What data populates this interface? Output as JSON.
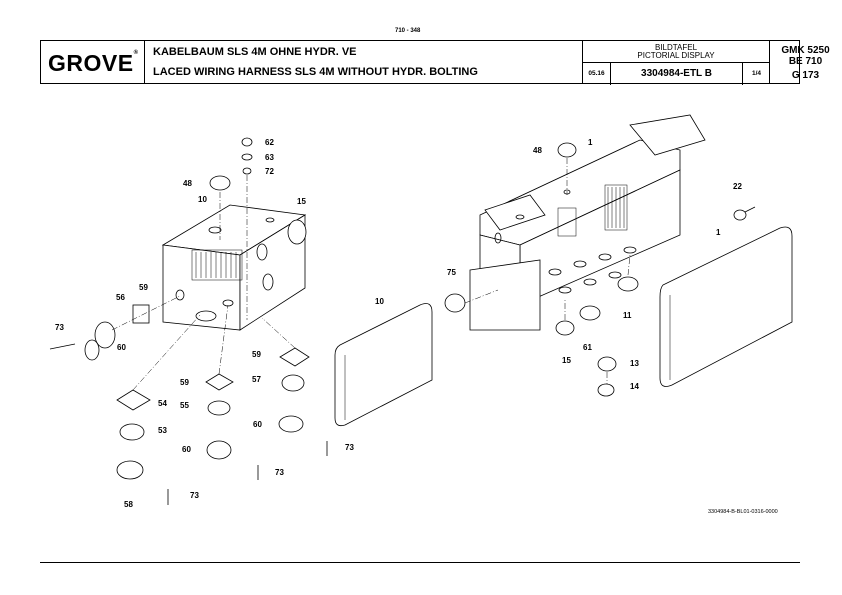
{
  "page_number": "710 - 348",
  "header": {
    "brand": "GROVE",
    "title_de": "KABELBAUM SLS 4M OHNE HYDR. VE",
    "title_en": "LACED WIRING HARNESS SLS 4M WITHOUT HYDR. BOLTING",
    "label_de": "BILDTAFEL",
    "label_en": "PICTORIAL DISPLAY",
    "date": "05.16",
    "document_number": "3304984-ETL B",
    "sheet": "1/4",
    "model_1": "GMK 5250",
    "model_2": "BE 710",
    "model_3": "G 173"
  },
  "drawing": {
    "callouts": [
      "62",
      "63",
      "72",
      "48",
      "10",
      "15",
      "59",
      "56",
      "73",
      "60",
      "59",
      "59",
      "57",
      "54",
      "55",
      "53",
      "60",
      "60",
      "73",
      "73",
      "58",
      "73",
      "10",
      "1",
      "48",
      "22",
      "1",
      "75",
      "11",
      "61",
      "15",
      "13",
      "14"
    ],
    "reference_code": "3304984-B-BL01-0316-0000"
  }
}
